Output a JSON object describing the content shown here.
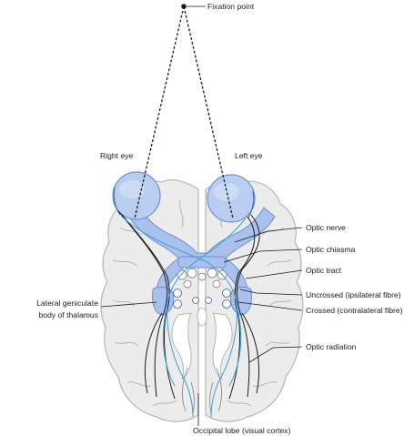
{
  "labels": {
    "fixation_point": "Fixation point",
    "right_eye": "Right eye",
    "left_eye": "Left eye",
    "optic_nerve": "Optic nerve",
    "optic_chiasma": "Optic chiasma",
    "optic_tract": "Optic tract",
    "uncrossed": "Uncrossed (ipsilateral fibre)",
    "crossed": "Crossed (contralateral fibre)",
    "lgn_line1": "Lateral geniculate",
    "lgn_line2": "body of thalamus",
    "optic_radiation": "Optic radiation",
    "occipital_lobe": "Occipital lobe (visual cortex)"
  },
  "colors": {
    "pathway_fill": "#a9c1ec",
    "pathway_stroke": "#6f8fd0",
    "fibre_blue": "#3aa0d8",
    "fibre_black": "#1a1a1a",
    "brain_fill": "#ececec",
    "brain_stroke": "#b5b5b5"
  },
  "icons": {
    "fixation": "fixation-point-dot",
    "eye": "eyeball"
  }
}
